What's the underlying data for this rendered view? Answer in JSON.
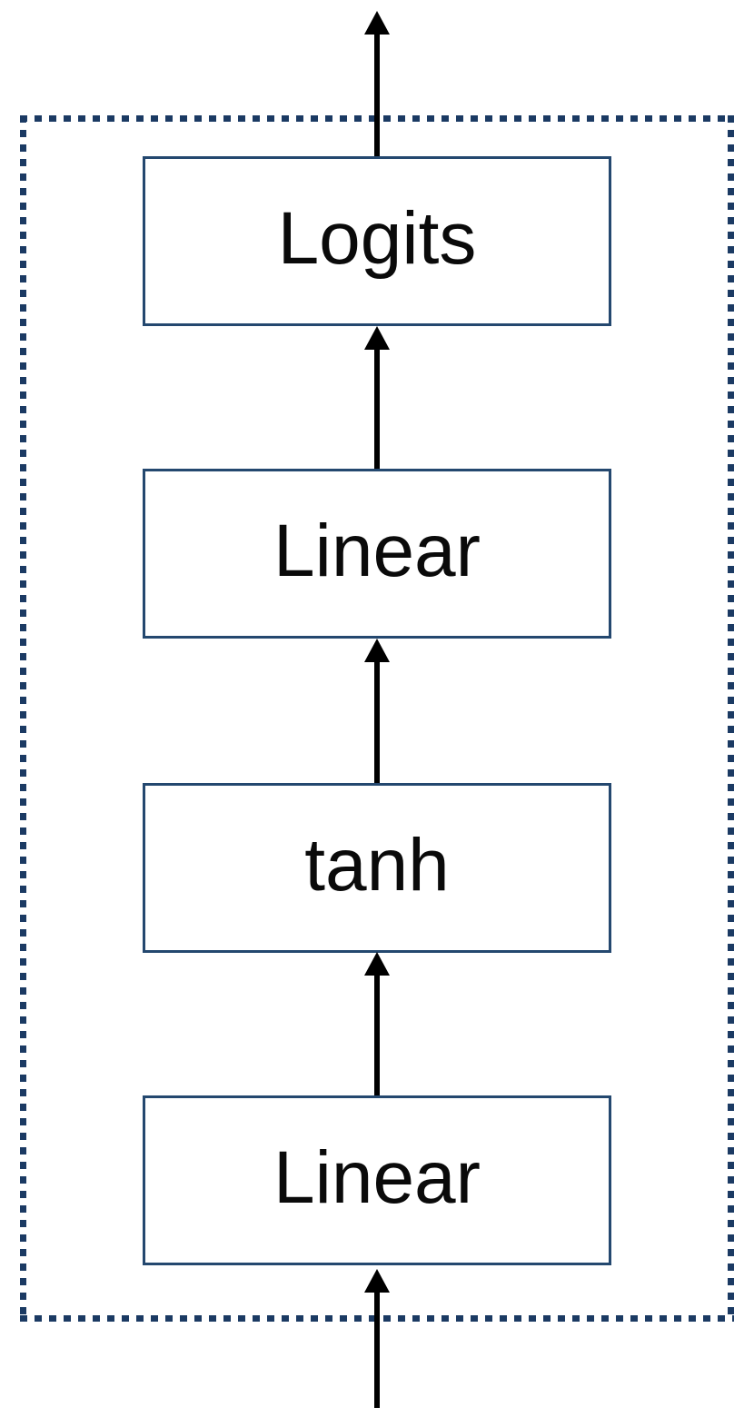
{
  "diagram": {
    "type": "flow",
    "flow_direction": "bottom-to-top",
    "container": {
      "name": "model-head-group",
      "border_style": "dotted",
      "border_color": "#1B3A63"
    },
    "nodes": [
      {
        "id": "logits",
        "label": "Logits"
      },
      {
        "id": "linear-upper",
        "label": "Linear"
      },
      {
        "id": "tanh",
        "label": "tanh"
      },
      {
        "id": "linear-lower",
        "label": "Linear"
      }
    ],
    "arrows": [
      {
        "id": "output-arrow",
        "direction": "up",
        "from": "logits",
        "to": "output (exits container)"
      },
      {
        "id": "edge-3",
        "direction": "up",
        "from": "linear-upper",
        "to": "logits"
      },
      {
        "id": "edge-2",
        "direction": "up",
        "from": "tanh",
        "to": "linear-upper"
      },
      {
        "id": "edge-1",
        "direction": "up",
        "from": "linear-lower",
        "to": "tanh"
      },
      {
        "id": "input-arrow",
        "direction": "up",
        "from": "input (enters container)",
        "to": "linear-lower"
      }
    ],
    "colors": {
      "background": "#FFFFFF",
      "frame_dotted": "#1B3A63",
      "node_border": "#24486F",
      "node_fill": "#FFFFFF",
      "arrow": "#000000",
      "label_text": "#0A0A0A"
    }
  }
}
